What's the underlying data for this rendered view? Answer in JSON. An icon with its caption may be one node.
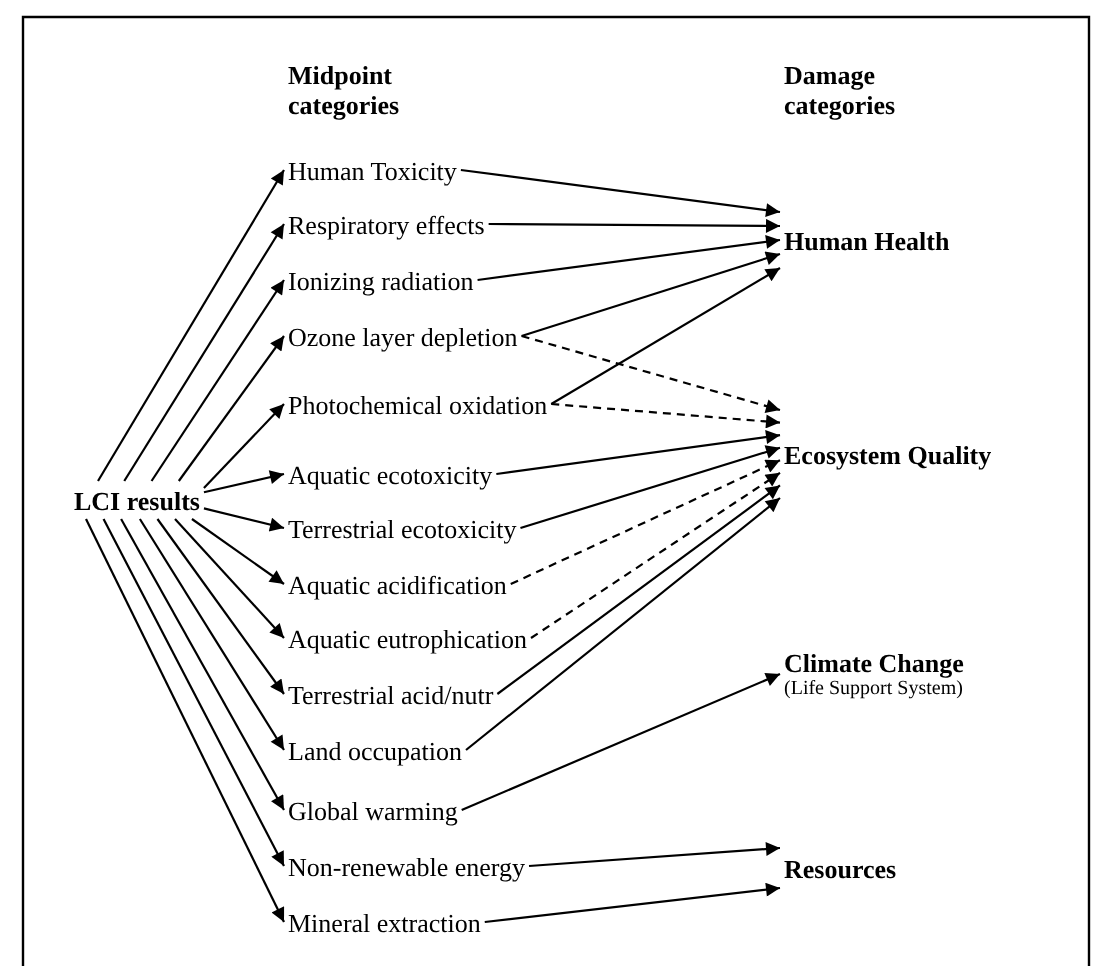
{
  "diagram": {
    "nodes": [
      {
        "text": [
          "LCI results"
        ]
      },
      {
        "text": [
          "Human Toxicity"
        ]
      },
      {
        "text": [
          "Respiratory effects"
        ]
      },
      {
        "text": [
          "Ionizing radiation"
        ]
      },
      {
        "text": [
          "Ozone layer depletion"
        ]
      },
      {
        "text": [
          "Photochemical oxidation"
        ]
      },
      {
        "text": [
          "Aquatic ecotoxicity"
        ]
      },
      {
        "text": [
          "Terrestrial ecotoxicity"
        ]
      },
      {
        "text": [
          "Aquatic acidification"
        ]
      },
      {
        "text": [
          "Aquatic eutrophication"
        ]
      },
      {
        "text": [
          "Terrestrial acid/nutr"
        ]
      },
      {
        "text": [
          "Land occupation"
        ]
      },
      {
        "text": [
          "Global warming"
        ]
      },
      {
        "text": [
          "Non-renewable energy"
        ]
      },
      {
        "text": [
          "Mineral extraction"
        ]
      },
      {
        "text": [
          "Human Health"
        ]
      },
      {
        "text": [
          "Ecosystem Quality"
        ]
      },
      {
        "text": [
          "Climate Change",
          "(Life Support System)"
        ]
      },
      {
        "text": [
          "Resources"
        ]
      }
    ],
    "edges": [
      {
        "from": 0,
        "to": 1,
        "arrow": "to"
      },
      {
        "from": 0,
        "to": 2,
        "arrow": "to"
      },
      {
        "from": 0,
        "to": 3,
        "arrow": "to"
      },
      {
        "from": 0,
        "to": 4,
        "arrow": "to"
      },
      {
        "from": 0,
        "to": 5,
        "arrow": "to"
      },
      {
        "from": 0,
        "to": 6,
        "arrow": "to"
      },
      {
        "from": 0,
        "to": 7,
        "arrow": "to"
      },
      {
        "from": 0,
        "to": 8,
        "arrow": "to"
      },
      {
        "from": 0,
        "to": 9,
        "arrow": "to"
      },
      {
        "from": 0,
        "to": 10,
        "arrow": "to"
      },
      {
        "from": 0,
        "to": 11,
        "arrow": "to"
      },
      {
        "from": 0,
        "to": 12,
        "arrow": "to"
      },
      {
        "from": 0,
        "to": 13,
        "arrow": "to"
      },
      {
        "from": 0,
        "to": 14,
        "arrow": "to"
      },
      {
        "from": 1,
        "to": 15,
        "arrow": "to"
      },
      {
        "from": 2,
        "to": 15,
        "arrow": "to"
      },
      {
        "from": 3,
        "to": 15,
        "arrow": "to"
      },
      {
        "from": 4,
        "to": 15,
        "arrow": "to"
      },
      {
        "from": 5,
        "to": 15,
        "arrow": "to"
      },
      {
        "from": 4,
        "to": 16,
        "arrow": "to",
        "style": "dashed"
      },
      {
        "from": 5,
        "to": 16,
        "arrow": "to",
        "style": "dashed"
      },
      {
        "from": 6,
        "to": 16,
        "arrow": "to"
      },
      {
        "from": 7,
        "to": 16,
        "arrow": "to"
      },
      {
        "from": 8,
        "to": 16,
        "arrow": "to",
        "style": "dashed"
      },
      {
        "from": 9,
        "to": 16,
        "arrow": "to",
        "style": "dashed"
      },
      {
        "from": 10,
        "to": 16,
        "arrow": "to"
      },
      {
        "from": 11,
        "to": 16,
        "arrow": "to"
      },
      {
        "from": 12,
        "to": 17,
        "arrow": "to"
      },
      {
        "from": 13,
        "to": 18,
        "arrow": "to"
      },
      {
        "from": 14,
        "to": 18,
        "arrow": "to"
      }
    ],
    "labels": [
      "Midpoint categories",
      "Damage categories"
    ]
  }
}
